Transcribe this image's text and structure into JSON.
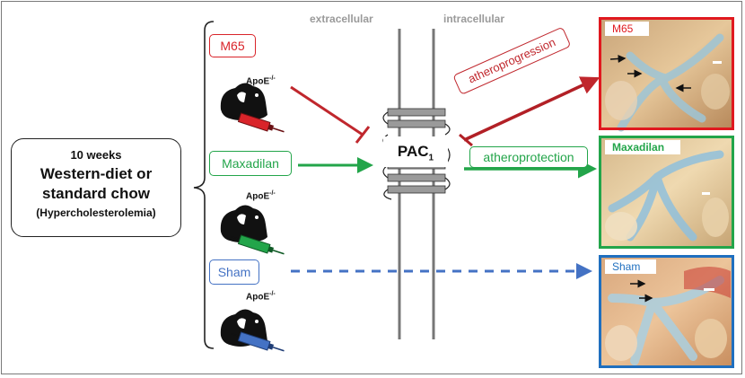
{
  "left_box": {
    "weeks": "10 weeks",
    "diet_line1": "Western-diet or",
    "diet_line2": "standard chow",
    "condition": "(Hypercholesterolemia)"
  },
  "membrane": {
    "extracellular": "extracellular",
    "intracellular": "intracellular",
    "receptor": "PAC",
    "receptor_sub": "1"
  },
  "groups": [
    {
      "label": "M65",
      "color": "#d9242a",
      "genotype": "ApoE",
      "genotype_sup": "-/-"
    },
    {
      "label": "Maxadilan",
      "color": "#23a54a",
      "genotype": "ApoE",
      "genotype_sup": "-/-"
    },
    {
      "label": "Sham",
      "color": "#4472c4",
      "genotype": "ApoE",
      "genotype_sup": "-/-"
    }
  ],
  "outcomes": {
    "m65": "atheroprogression",
    "maxadilan": "atheroprotection"
  },
  "photos": [
    {
      "label": "M65",
      "border": "#e0191f"
    },
    {
      "label": "Maxadilan",
      "border": "#23a54a"
    },
    {
      "label": "Sham",
      "border": "#1f6fbf"
    }
  ]
}
